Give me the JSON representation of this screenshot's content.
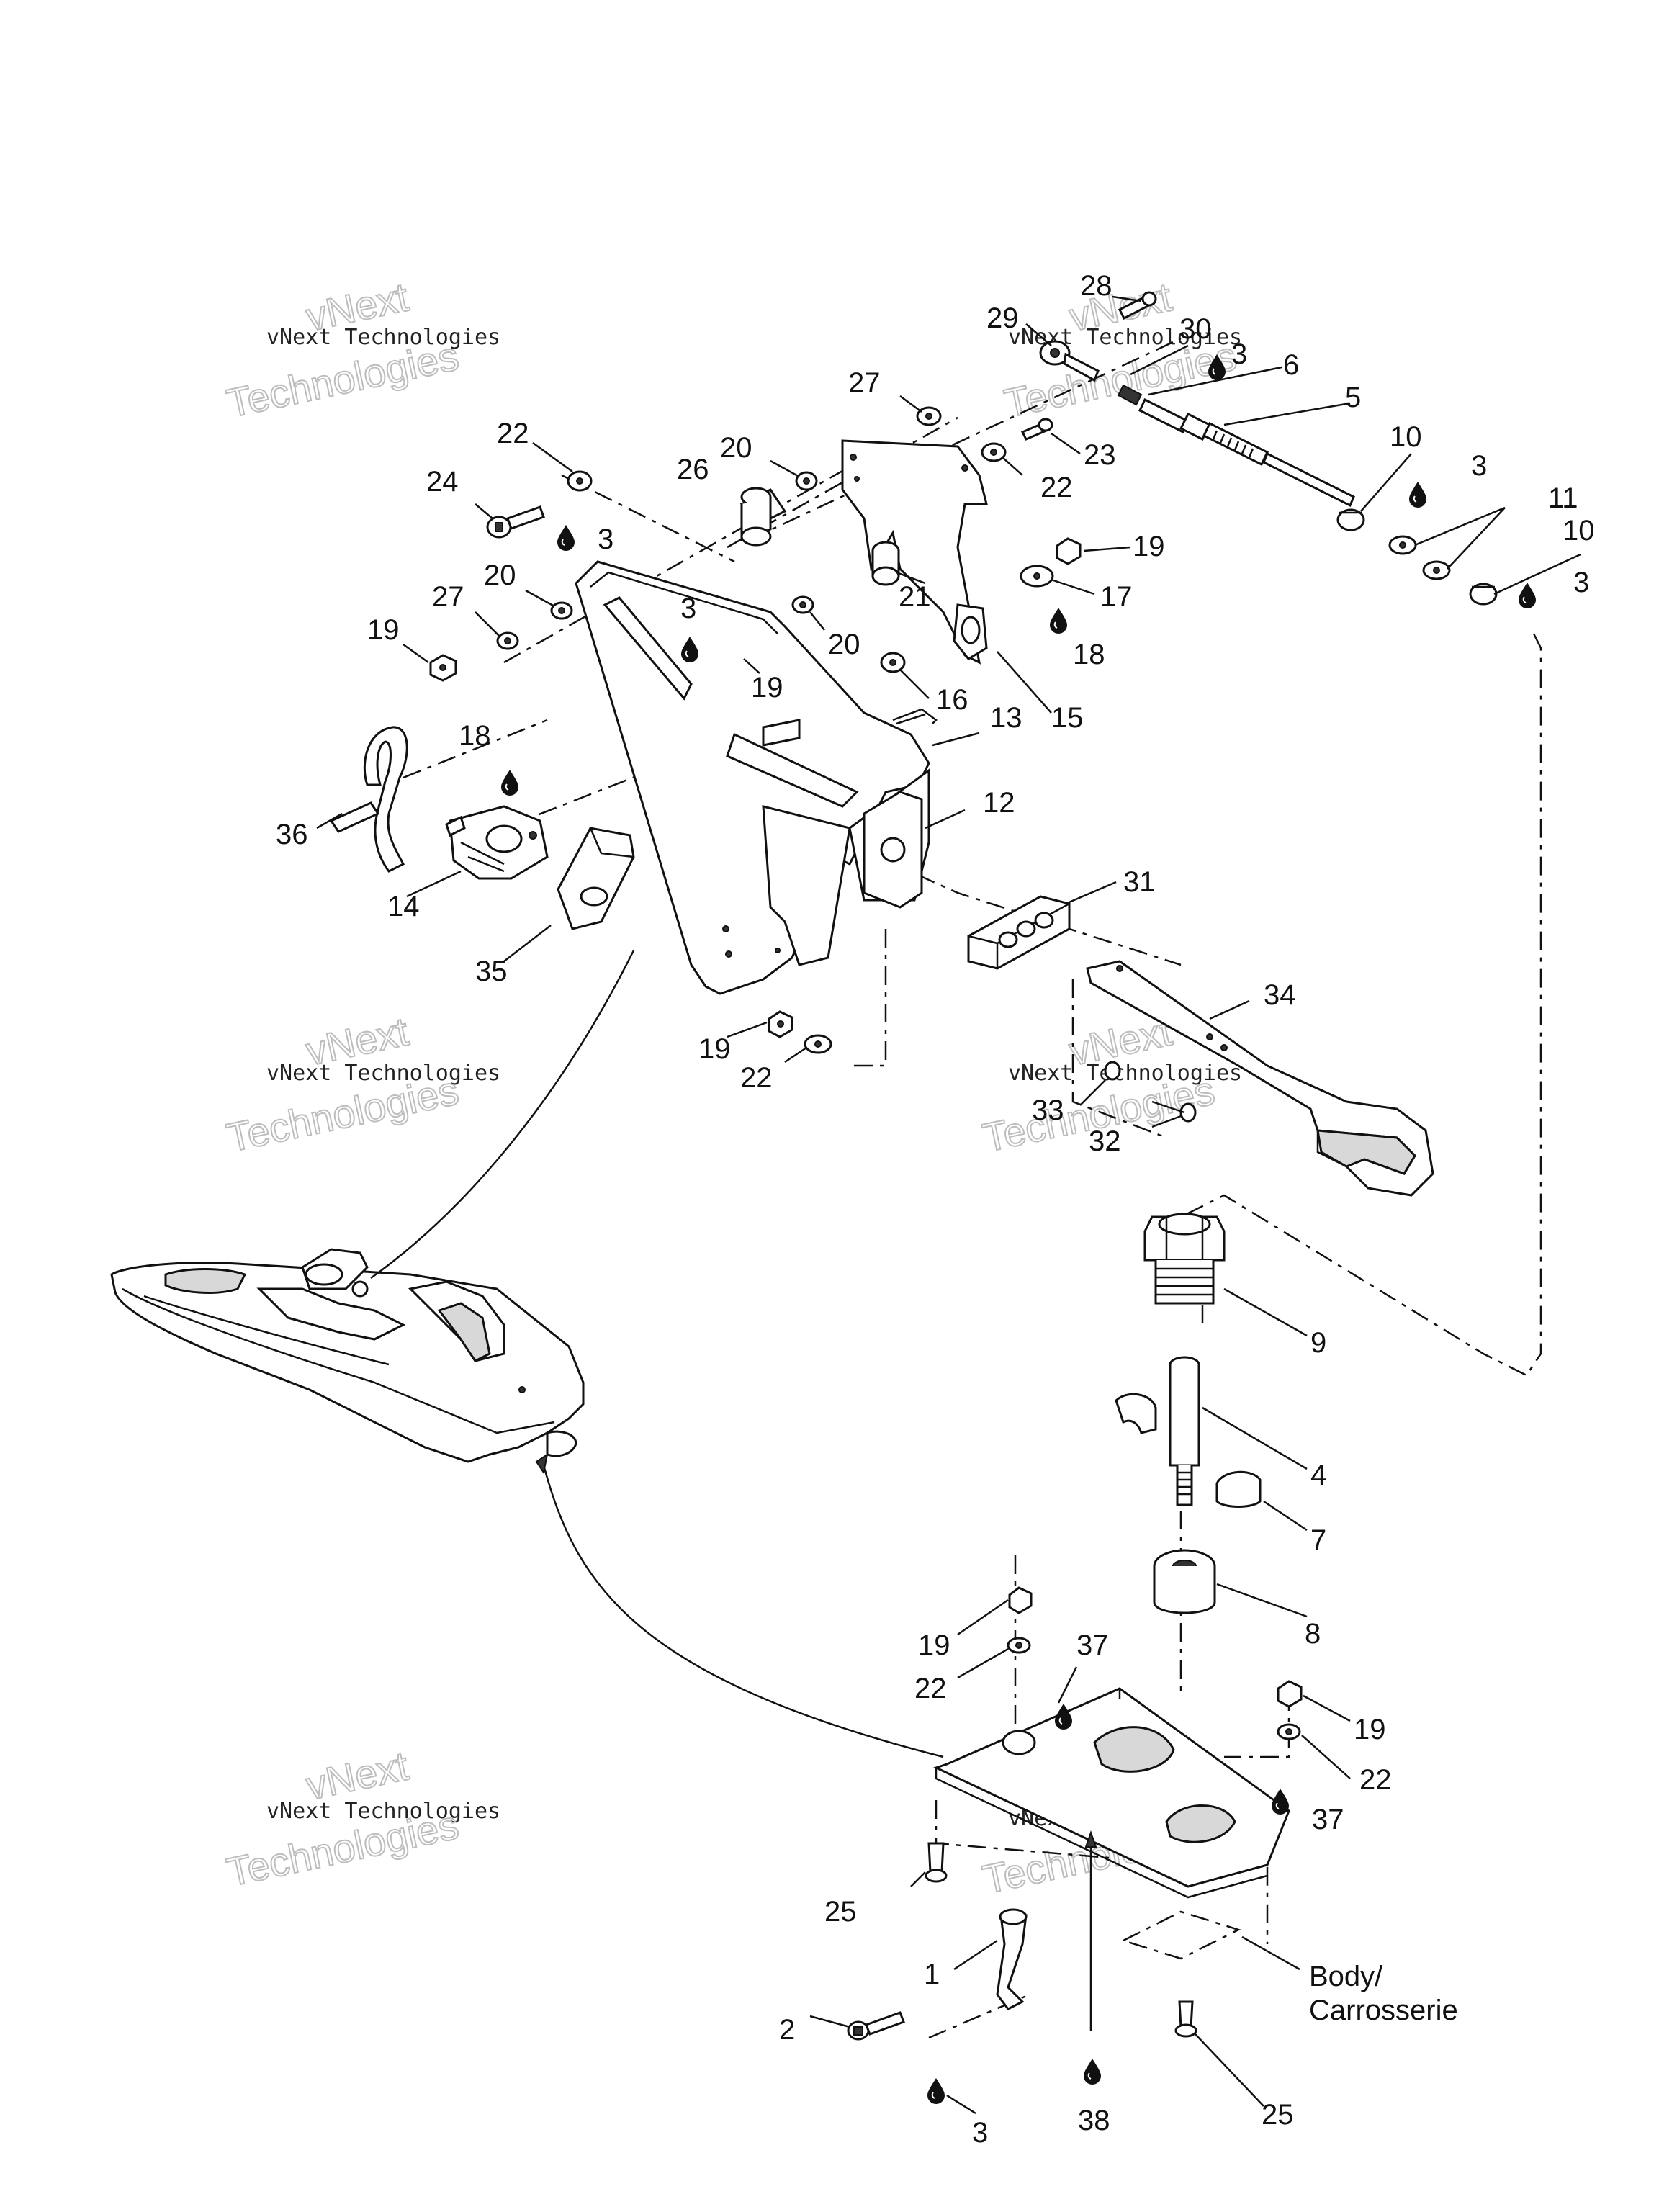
{
  "callouts": {
    "c28": "28",
    "c29": "29",
    "c30": "30",
    "c3a": "3",
    "c6": "6",
    "c5": "5",
    "c27a": "27",
    "c23": "23",
    "c22a": "22",
    "c26": "26",
    "c20a": "20",
    "c22b": "22",
    "c10a": "10",
    "c3b": "3",
    "c24": "24",
    "c3c": "3",
    "c11": "11",
    "c10b": "10",
    "c3d": "3",
    "c19a": "19",
    "c20b": "20",
    "c27b": "27",
    "c21": "21",
    "c17": "17",
    "c3e": "3",
    "c19b": "19",
    "c20c": "20",
    "c18a": "18",
    "c19c": "19",
    "c16": "16",
    "c15": "15",
    "c13": "13",
    "c18b": "18",
    "c12": "12",
    "c36": "36",
    "c14": "14",
    "c31": "31",
    "c35": "35",
    "c34": "34",
    "c19d": "19",
    "c22c": "22",
    "c33": "33",
    "c32": "32",
    "c9": "9",
    "c4": "4",
    "c7": "7",
    "c8": "8",
    "c19e": "19",
    "c37a": "37",
    "c22d": "22",
    "c19f": "19",
    "c22e": "22",
    "c37b": "37",
    "c25a": "25",
    "c1": "1",
    "c2": "2",
    "c38": "38",
    "c25b": "25",
    "c3f": "3"
  },
  "body_label": {
    "line1": "Body/",
    "line2": "Carrosserie"
  },
  "watermark": {
    "brand": "vNext",
    "company": "vNext Technologies",
    "word": "Technologies"
  },
  "icons": {
    "lubricant": "oil-drop-icon"
  }
}
